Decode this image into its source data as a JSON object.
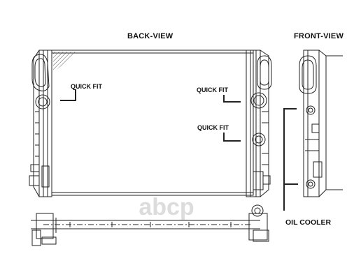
{
  "labels": {
    "back_view": "BACK-VIEW",
    "front_view": "FRONT-VIEW",
    "quick_fit": "QUICK FIT",
    "oil_cooler": "OIL COOLER"
  },
  "watermark": {
    "text": "abcp",
    "color": "#dcdcdc"
  },
  "colors": {
    "line": "#222222",
    "hatch": "#555555"
  }
}
